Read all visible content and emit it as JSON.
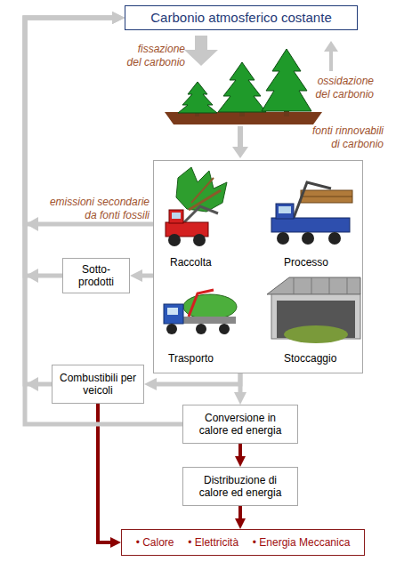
{
  "diagram": {
    "nodes": [
      {
        "text": [
          "Carbonio atmosferico costante"
        ]
      },
      {
        "text": [
          "Raccolta",
          "Processo",
          "Trasporto",
          "Stoccaggio"
        ]
      },
      {
        "text": [
          "Sotto-prodotti"
        ]
      },
      {
        "text": [
          "Combustibili per veicoli"
        ]
      },
      {
        "text": [
          "Conversione in calore ed energia"
        ]
      },
      {
        "text": [
          "Distribuzione di calore ed energia"
        ]
      },
      {
        "text": [
          "• Calore",
          "• Elettricità",
          "• Energia Meccanica"
        ]
      }
    ],
    "edges": [
      {
        "from": 1,
        "to": 2,
        "arrow": "to"
      },
      {
        "from": 1,
        "to": 3,
        "arrow": "to"
      },
      {
        "from": 1,
        "to": 4,
        "arrow": "to"
      },
      {
        "from": 4,
        "to": 5,
        "arrow": "to"
      },
      {
        "from": 5,
        "to": 6,
        "arrow": "to"
      },
      {
        "from": 3,
        "to": 6,
        "arrow": "to"
      },
      {
        "from": 1,
        "to": 0,
        "arrow": "to",
        "label": "emissioni secondarie da fonti fossili"
      },
      {
        "from": 2,
        "to": 0,
        "arrow": "to"
      },
      {
        "from": 3,
        "to": 0,
        "arrow": "to"
      },
      {
        "from": 4,
        "to": 0,
        "arrow": "to"
      }
    ],
    "labels": [
      "fissazione del carbonio",
      "ossidazione del carbonio",
      "fonti rinnovabili di carbonio"
    ]
  }
}
